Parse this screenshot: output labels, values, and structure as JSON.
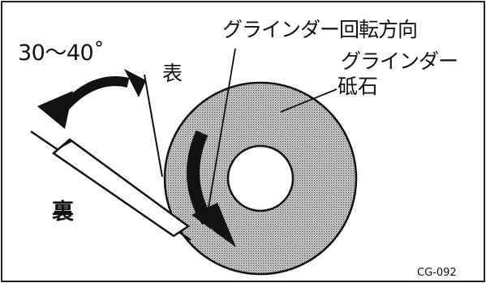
{
  "labels": {
    "angle": "30〜40˚",
    "rotation_direction": "グラインダー回転方向",
    "grinder_line1": "グラインダー",
    "grinder_line2": "砥石",
    "front_side": "表",
    "back_side": "裏",
    "figure_code": "CG-092"
  },
  "colors": {
    "ink": "#111111",
    "wheel_dot": "#444444",
    "background": "#ffffff",
    "frame": "#222222"
  }
}
